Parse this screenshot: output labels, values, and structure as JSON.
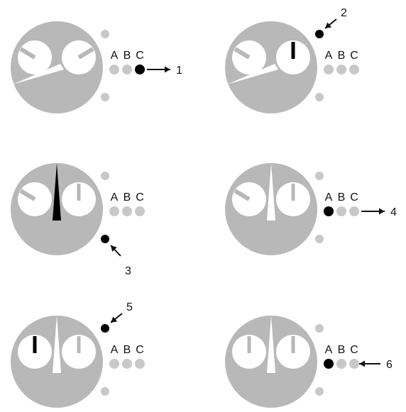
{
  "colors": {
    "body": "#b8b8b8",
    "dial": "#ffffff",
    "dot_inactive": "#c8c8c8",
    "dot_active": "#000000",
    "ink": "#111111"
  },
  "crown_labels": [
    "A",
    "B",
    "C"
  ],
  "steps": [
    {
      "number": "1",
      "active": "position-c",
      "arrow_icon": "arrow-right-icon",
      "dial_left": {
        "hand": "angled"
      },
      "dial_right": {
        "hand": "angled"
      },
      "sweep_hand": "diagonal-left",
      "sweep_dark": false
    },
    {
      "number": "2",
      "active": "top-pusher",
      "arrow_icon": "arrow-down-left-icon",
      "dial_left": {
        "hand": "angled"
      },
      "dial_right": {
        "hand": "vertical-bold"
      },
      "sweep_hand": "diagonal-left",
      "sweep_dark": false
    },
    {
      "number": "3",
      "active": "bottom-pusher",
      "arrow_icon": "arrow-up-left-icon",
      "dial_left": {
        "hand": "angled"
      },
      "dial_right": {
        "hand": "vertical"
      },
      "sweep_hand": "vertical",
      "sweep_dark": true
    },
    {
      "number": "4",
      "active": "position-a",
      "arrow_icon": "arrow-right-icon",
      "dial_left": {
        "hand": "angled"
      },
      "dial_right": {
        "hand": "vertical"
      },
      "sweep_hand": "vertical",
      "sweep_dark": false
    },
    {
      "number": "5",
      "active": "top-pusher",
      "arrow_icon": "arrow-down-left-icon",
      "dial_left": {
        "hand": "vertical-bold"
      },
      "dial_right": {
        "hand": "vertical"
      },
      "sweep_hand": "vertical",
      "sweep_dark": false
    },
    {
      "number": "6",
      "active": "position-a",
      "arrow_icon": "arrow-left-icon",
      "dial_left": {
        "hand": "vertical"
      },
      "dial_right": {
        "hand": "vertical"
      },
      "sweep_hand": "vertical",
      "sweep_dark": false
    }
  ]
}
